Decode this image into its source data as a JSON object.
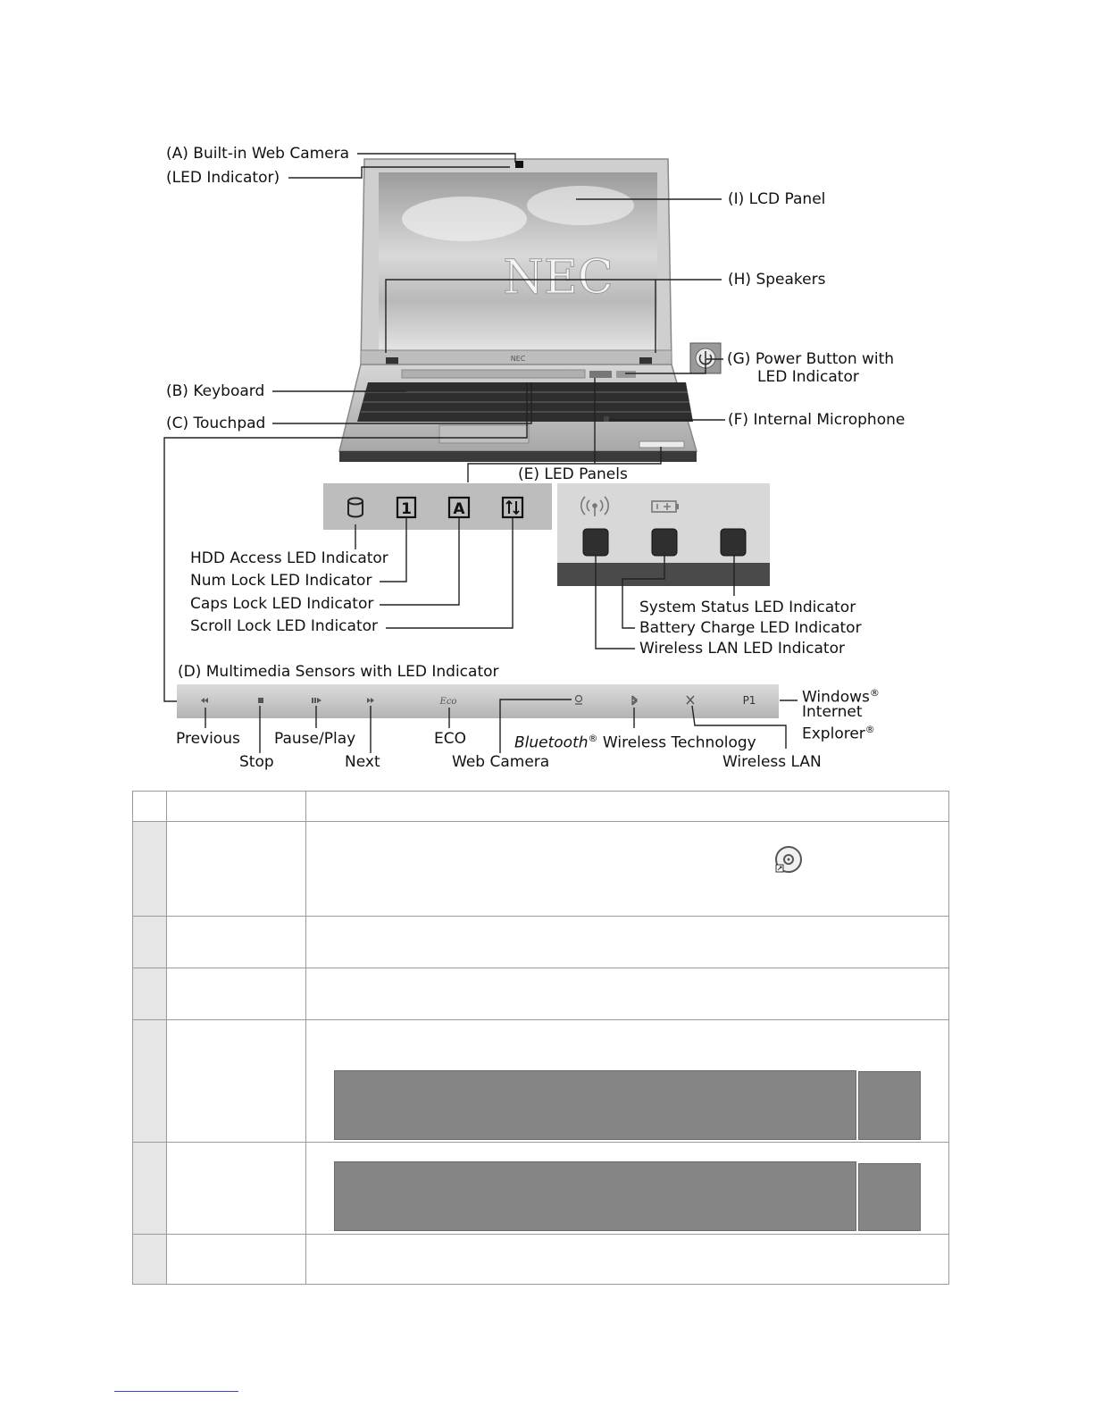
{
  "labels": {
    "camera": "(A) Built-in Web Camera",
    "camera_led": "(LED Indicator)",
    "keyboard": "(B) Keyboard",
    "touchpad": "(C) Touchpad",
    "lcd": "(I) LCD Panel",
    "speakers": "(H) Speakers",
    "power_line1": "(G) Power Button with",
    "power_line2": "LED Indicator",
    "microphone": "(F) Internal Microphone",
    "led_panels": "(E) LED Panels",
    "hdd": "HDD Access LED Indicator",
    "num": "Num Lock LED Indicator",
    "caps": "Caps Lock LED Indicator",
    "scroll": "Scroll Lock LED Indicator",
    "system": "System Status LED Indicator",
    "battery": "Battery Charge LED Indicator",
    "wlan_led": "Wireless LAN LED Indicator",
    "multimedia": "(D) Multimedia Sensors with LED Indicator",
    "previous": "Previous",
    "stop": "Stop",
    "pauseplay": "Pause/Play",
    "next": "Next",
    "eco": "ECO",
    "webcam": "Web Camera",
    "bt_italic": "Bluetooth",
    "bt_rest": " Wireless Technology",
    "wlan": "Wireless LAN",
    "ie_1": "Windows",
    "ie_2": "Internet",
    "ie_3": "Explorer",
    "reg": "®"
  },
  "panel": {
    "num_key": "1",
    "caps_key": "A",
    "p1": "P1",
    "brand": "NEC",
    "eco_glyph": "Eco"
  },
  "icons": [
    "camera-icon",
    "power-icon",
    "hdd-icon",
    "num-lock-icon",
    "caps-lock-icon",
    "scroll-lock-icon",
    "wireless-icon",
    "battery-icon",
    "moon-icon",
    "previous-icon",
    "stop-icon",
    "pause-play-icon",
    "next-icon",
    "eco-icon",
    "webcam-icon",
    "bluetooth-icon",
    "wlan-icon",
    "disc-icon"
  ]
}
